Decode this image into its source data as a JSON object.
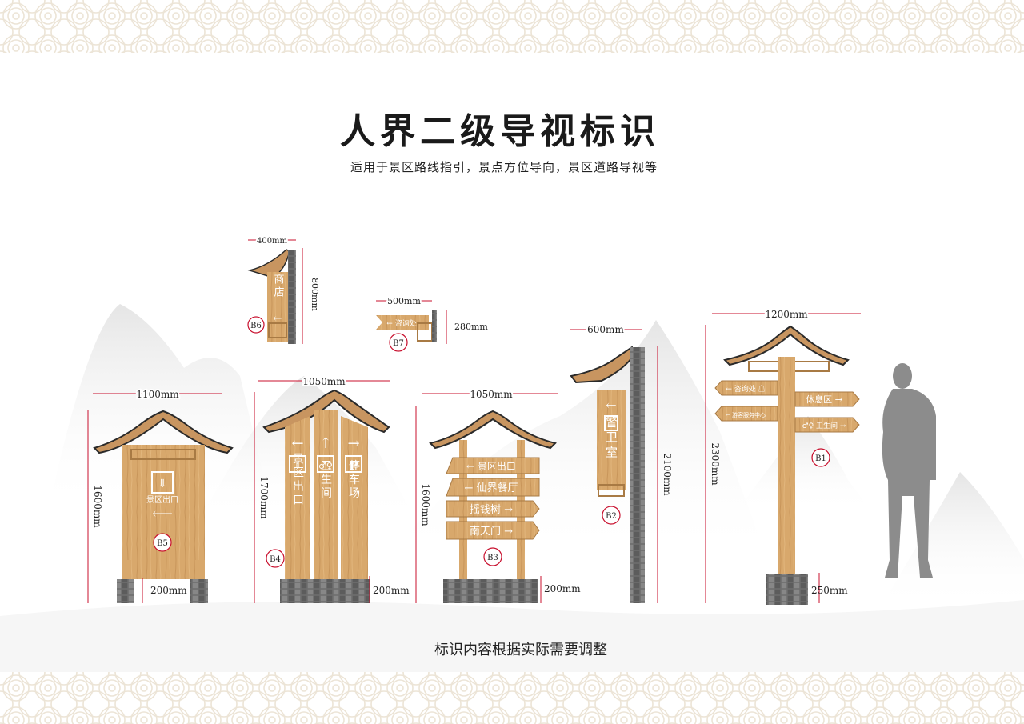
{
  "title": "人界二级导视标识",
  "subtitle": "适用于景区路线指引，景点方位导向，景区道路导视等",
  "footer": "标识内容根据实际需要调整",
  "colors": {
    "wood": "#d8a86c",
    "wood_dark": "#a87a44",
    "dim": "#c8102e",
    "stone": "#6e6e6e",
    "roof_edge": "#2a2a2a",
    "person": "#8a8a8a",
    "pattern": "#efe7da"
  },
  "signs": {
    "b6": {
      "code": "B6",
      "width": "400mm",
      "height": "800mm",
      "text": "商店"
    },
    "b7": {
      "code": "B7",
      "width": "500mm",
      "height": "280mm",
      "text": "咨询处"
    },
    "b5": {
      "code": "B5",
      "width": "1100mm",
      "height": "1600mm",
      "base": "200mm",
      "text": "景区出口"
    },
    "b4": {
      "code": "B4",
      "width": "1050mm",
      "height": "1700mm",
      "base": "200mm",
      "columns": [
        "景区出口",
        "卫生间",
        "停车场"
      ]
    },
    "b3": {
      "code": "B3",
      "width": "1050mm",
      "height": "1600mm",
      "base": "200mm",
      "boards": [
        "景区出口",
        "仙界餐厅",
        "摇钱树",
        "南天门"
      ]
    },
    "b2": {
      "code": "B2",
      "width": "600mm",
      "height": "2100mm",
      "text": "警卫室"
    },
    "b1": {
      "code": "B1",
      "width": "1200mm",
      "height": "2300mm",
      "base": "250mm",
      "left_boards": [
        "咨询处",
        "游客服务中心"
      ],
      "right_boards": [
        "休息区",
        "卫生间"
      ]
    }
  }
}
